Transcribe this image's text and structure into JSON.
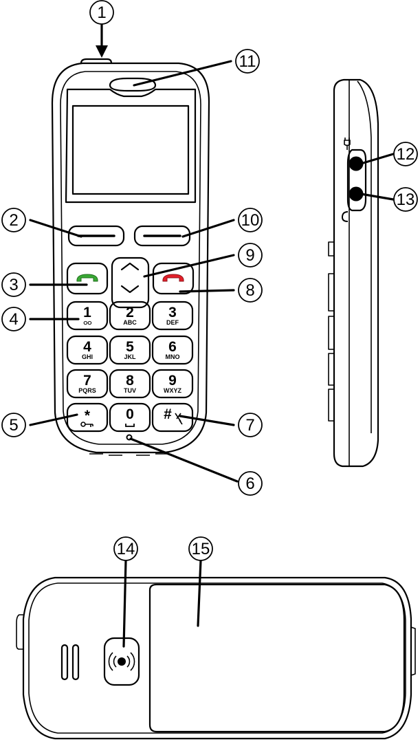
{
  "keypad": [
    {
      "id": "1",
      "main": "1",
      "sub": "ഠഠ",
      "sub_icon": "voicemail-icon"
    },
    {
      "id": "2",
      "main": "2",
      "sub": "ABC"
    },
    {
      "id": "3",
      "main": "3",
      "sub": "DEF"
    },
    {
      "id": "4",
      "main": "4",
      "sub": "GHI"
    },
    {
      "id": "5",
      "main": "5",
      "sub": "JKL"
    },
    {
      "id": "6",
      "main": "6",
      "sub": "MNO"
    },
    {
      "id": "7",
      "main": "7",
      "sub": "PQRS"
    },
    {
      "id": "8",
      "main": "8",
      "sub": "TUV"
    },
    {
      "id": "9",
      "main": "9",
      "sub": "WXYZ"
    },
    {
      "id": "star",
      "main": "*",
      "sub": "",
      "sub_icon": "key-lock-icon"
    },
    {
      "id": "0",
      "main": "0",
      "sub": "",
      "sub_icon": "space-icon"
    },
    {
      "id": "hash",
      "main": "#",
      "sub": "",
      "sub_icon": "silent-icon"
    }
  ],
  "callouts": [
    "1",
    "2",
    "3",
    "4",
    "5",
    "6",
    "7",
    "8",
    "9",
    "10",
    "11",
    "12",
    "13",
    "14",
    "15"
  ],
  "colors": {
    "call_green": "#3aa935",
    "end_red": "#e3202a",
    "line": "#000000"
  },
  "icons": [
    "power-plug-icon",
    "headset-icon",
    "call-icon",
    "end-call-icon",
    "chevron-up-icon",
    "chevron-down-icon"
  ]
}
